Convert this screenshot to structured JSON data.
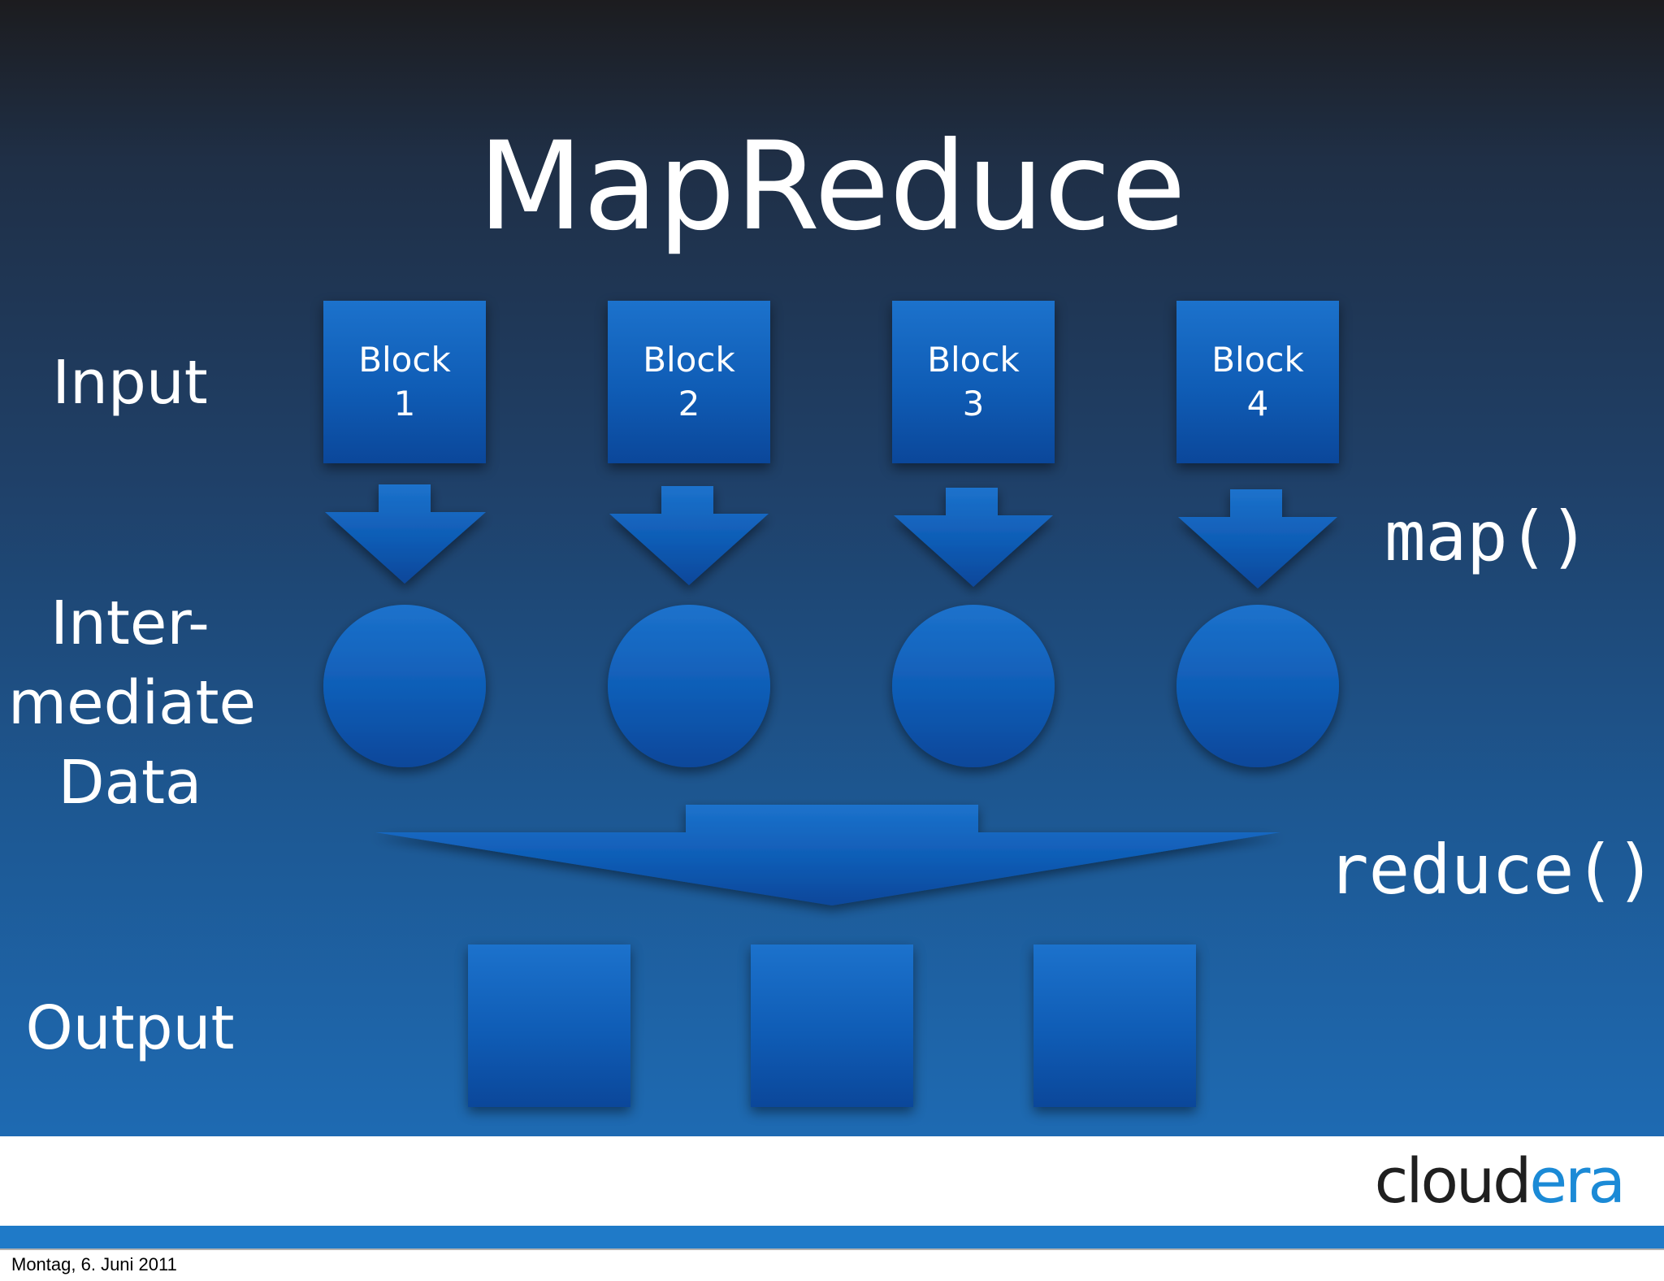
{
  "title": "MapReduce",
  "row_labels": {
    "input": "Input",
    "intermediate": [
      "Inter-",
      "mediate",
      "Data"
    ],
    "output": "Output"
  },
  "functions": {
    "map": "map()",
    "reduce": "reduce()"
  },
  "input_blocks": [
    {
      "line1": "Block",
      "line2": "1"
    },
    {
      "line1": "Block",
      "line2": "2"
    },
    {
      "line1": "Block",
      "line2": "3"
    },
    {
      "line1": "Block",
      "line2": "4"
    }
  ],
  "logo": {
    "dark": "cloud",
    "accent": "era"
  },
  "footer_date": "Montag, 6. Juni 2011",
  "colors": {
    "shape_blue": "#0f5cb5",
    "logo_accent": "#1b8ad6",
    "footer_bar": "#1f7ac8"
  }
}
